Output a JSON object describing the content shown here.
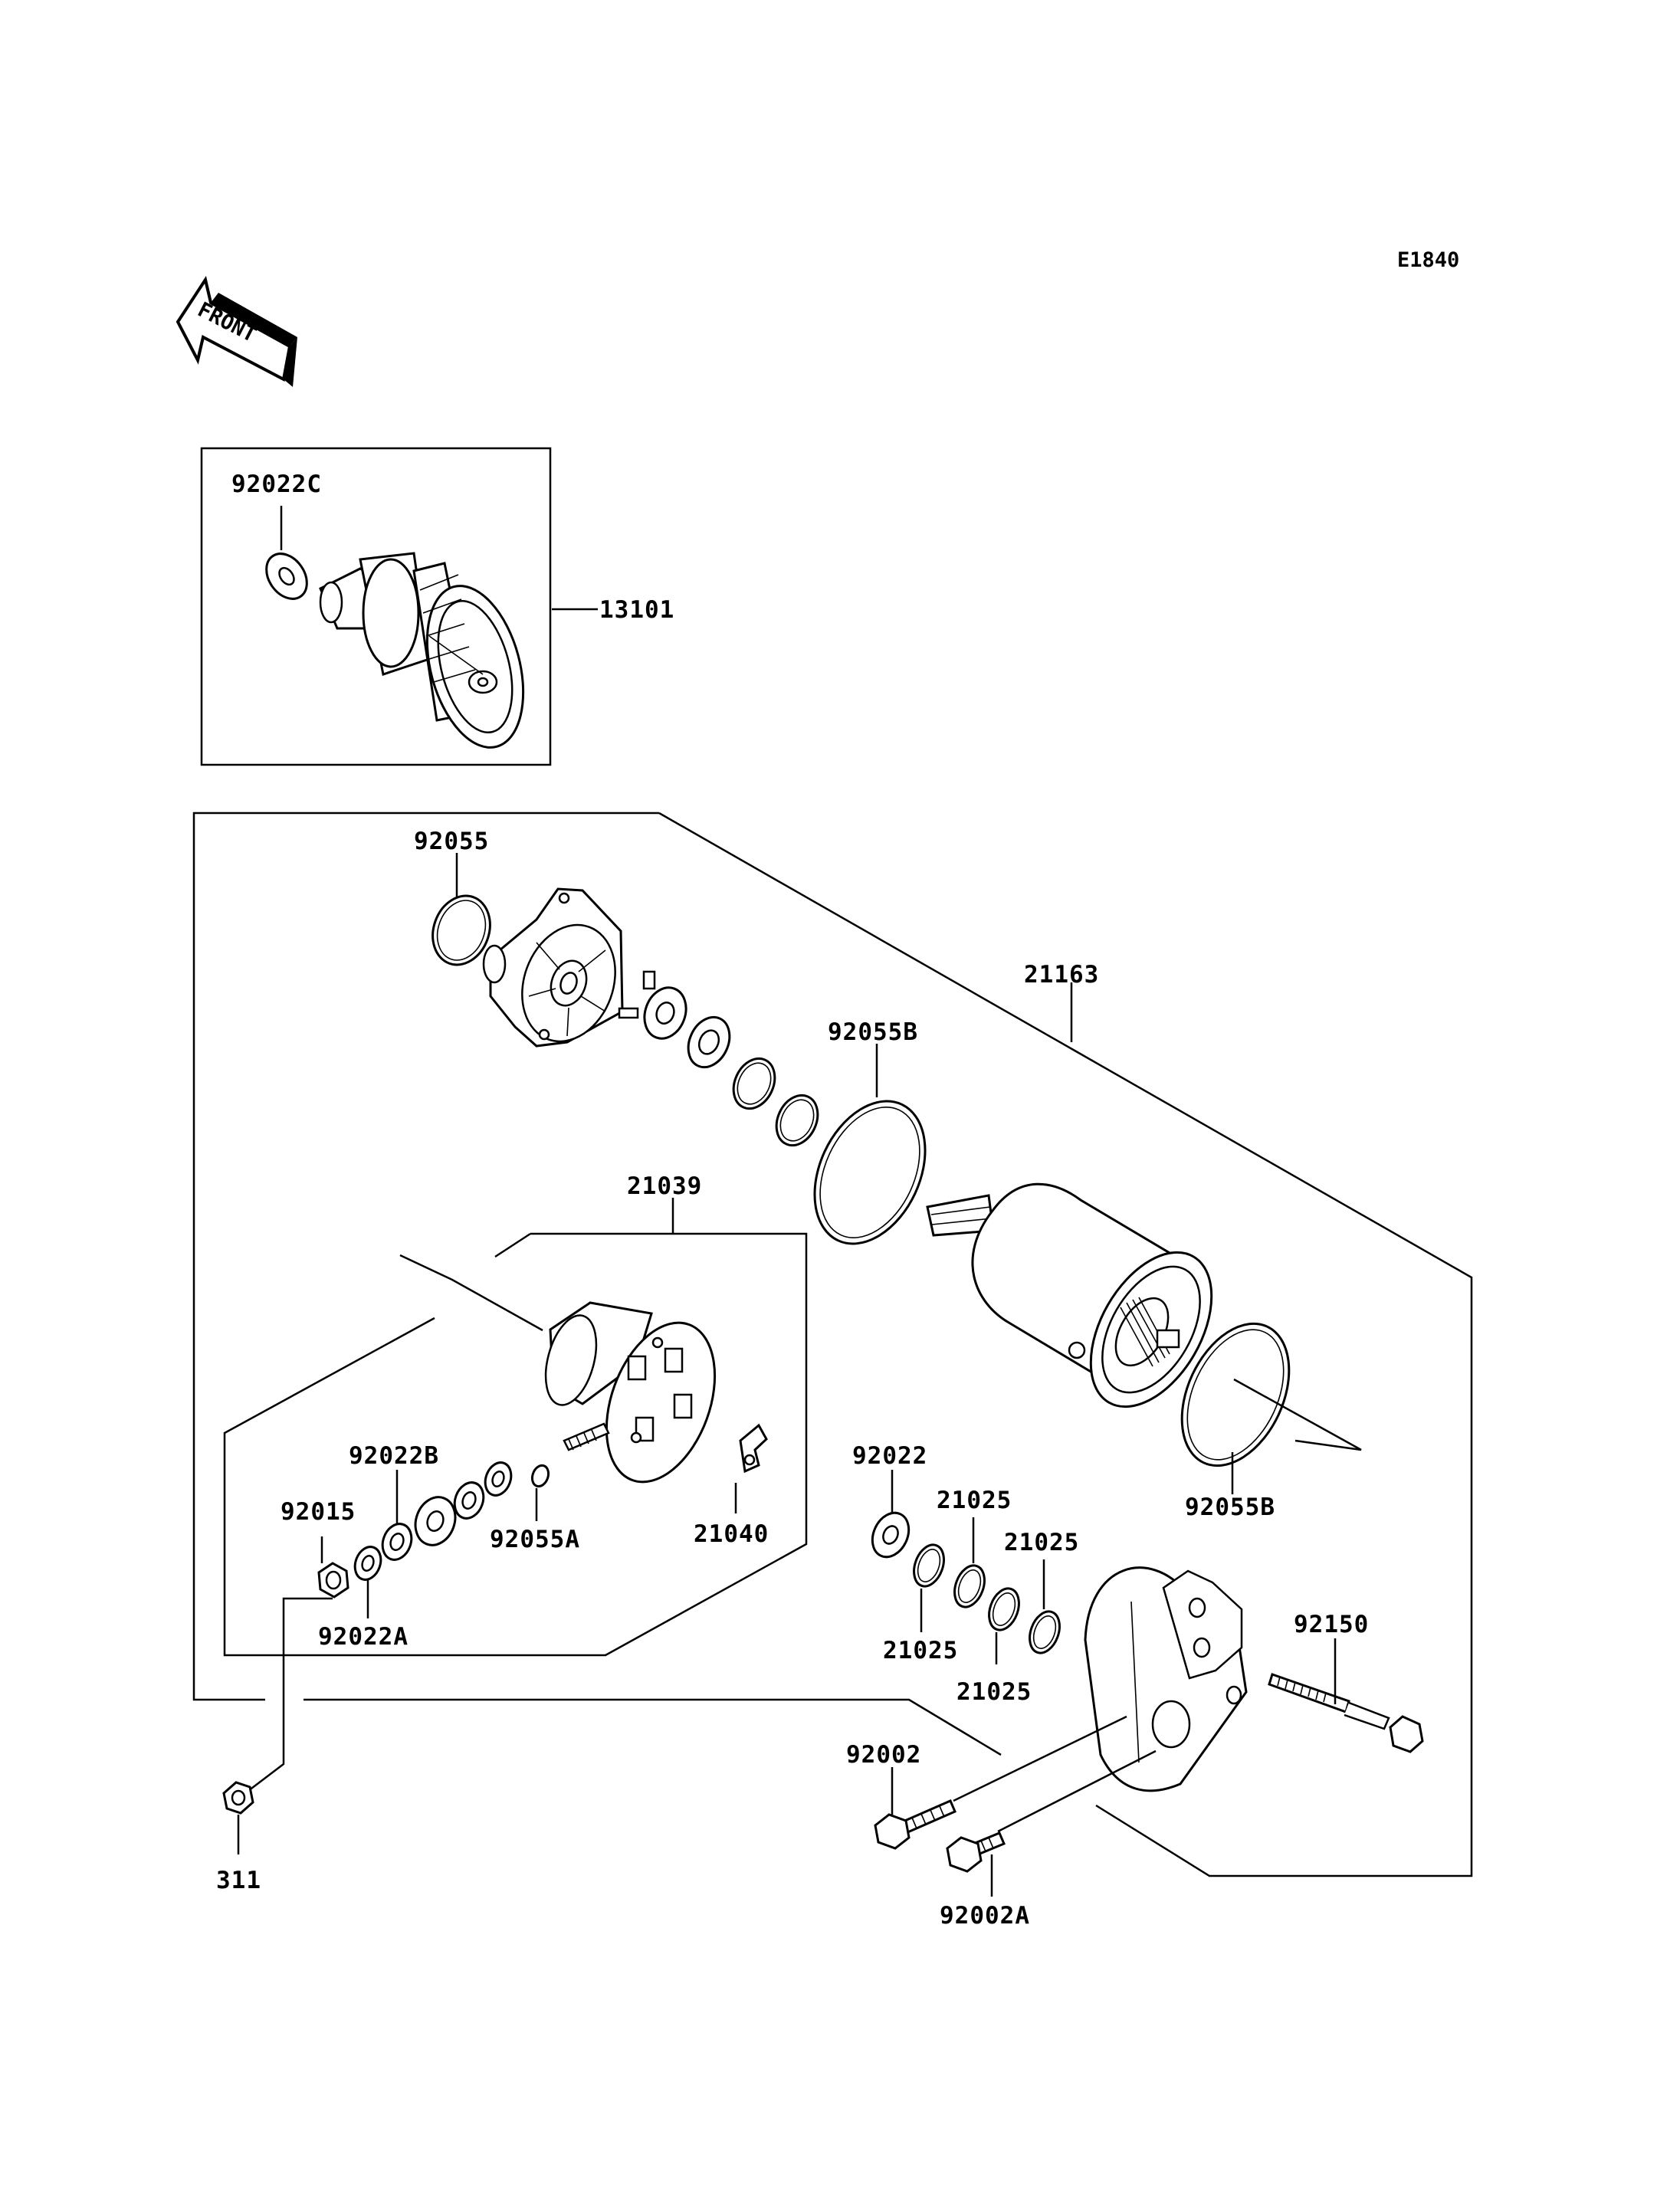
{
  "diagram_code": "E1840",
  "front_arrow_text": "FRONT",
  "labels": {
    "p92022C": "92022C",
    "p13101": "13101",
    "p92055": "92055",
    "p21163": "21163",
    "p92055B_top": "92055B",
    "p21039": "21039",
    "p92022B": "92022B",
    "p92015": "92015",
    "p92055A": "92055A",
    "p21040": "21040",
    "p92022A": "92022A",
    "p92022": "92022",
    "p21025_a": "21025",
    "p21025_b": "21025",
    "p21025_c": "21025",
    "p21025_d": "21025",
    "p92055B_bottom": "92055B",
    "p92150": "92150",
    "p92002": "92002",
    "p92002A": "92002A",
    "p311": "311"
  }
}
